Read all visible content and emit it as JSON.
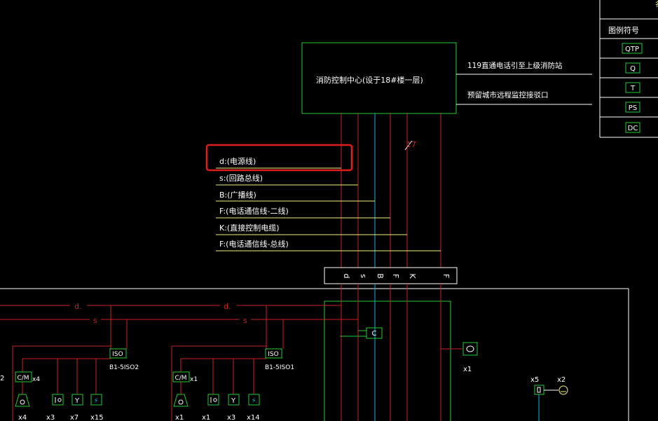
{
  "colors": {
    "background": "#000000",
    "green": "#22cc33",
    "red": "#cc2222",
    "yellow": "#f2f277",
    "white": "#ffffff",
    "cyan": "#00b7e6",
    "highlight": "#e01e1e"
  },
  "control_center": {
    "label": "消防控制中心(设于18#楼一层)",
    "outputs": [
      "119直通电话引至上级消防站",
      "预留城市远程监控接驳口"
    ],
    "annotation": "17"
  },
  "legend_table": {
    "top_char": "名",
    "header": "图例符号",
    "symbols": [
      "QTP",
      "Q",
      "T",
      "PS",
      "DC"
    ]
  },
  "line_labels": [
    "d:(电源线)",
    "s:(回路总线)",
    "B:(广播线)",
    "F:(电话通信线-二线)",
    "K:(直接控制电缆)",
    "F:(电话通信线-总线)"
  ],
  "bus_letters": [
    "d",
    "s",
    "B",
    "F",
    "K",
    "F"
  ],
  "bus_tags": [
    "d.",
    "s",
    "d.",
    "s"
  ],
  "modules": {
    "c_module": "C",
    "iso": "ISO",
    "iso_left_name": "B1-5ISO2",
    "iso_right_name": "B1-5ISO1",
    "cm": "C/M",
    "phone_count": "x1",
    "speaker_count": "x5",
    "alarm_count": "x2"
  },
  "left_group": {
    "partial_count": "2",
    "cm_count": "x4",
    "counts": [
      "x4",
      "x3",
      "x7",
      "x15"
    ]
  },
  "right_group": {
    "cm_count": "x1",
    "counts": [
      "x1",
      "x1",
      "x3",
      "x14"
    ]
  },
  "device_glyphs": {
    "smoke": "Y",
    "heat": "⚡"
  }
}
